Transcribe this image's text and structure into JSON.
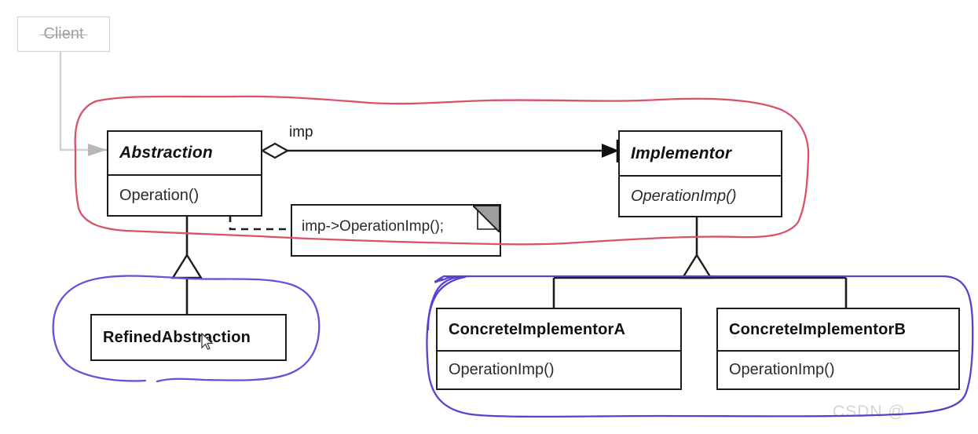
{
  "diagram": {
    "title": "Bridge pattern UML class diagram",
    "watermark": "CSDN @",
    "client": {
      "label": "Client",
      "struck_through": true,
      "color": "#9f9f9f"
    },
    "classes": [
      {
        "id": "abstraction",
        "name": "Abstraction",
        "name_style": "bold-italic",
        "members": [
          "Operation()"
        ],
        "member_style": "plain"
      },
      {
        "id": "implementor",
        "name": "Implementor",
        "name_style": "bold-italic",
        "members": [
          "OperationImp()"
        ],
        "member_style": "italic"
      },
      {
        "id": "refined-abstraction",
        "name": "RefinedAbstraction",
        "name_style": "bold",
        "members": []
      },
      {
        "id": "concrete-implementor-a",
        "name": "ConcreteImplementorA",
        "name_style": "bold",
        "members": [
          "OperationImp()"
        ],
        "member_style": "plain"
      },
      {
        "id": "concrete-implementor-b",
        "name": "ConcreteImplementorB",
        "name_style": "bold",
        "members": [
          "OperationImp()"
        ],
        "member_style": "plain"
      }
    ],
    "edges": [
      {
        "id": "client-to-abstraction",
        "from": "Client",
        "to": "Abstraction",
        "style": "solid-gray",
        "arrow": "open-filled"
      },
      {
        "id": "abstraction-to-implementor",
        "from": "Abstraction",
        "to": "Implementor",
        "label": "imp",
        "source_decoration": "hollow-diamond",
        "target_decoration": "filled-arrow"
      },
      {
        "id": "refined-abstraction-generalization",
        "from": "RefinedAbstraction",
        "to": "Abstraction",
        "decoration": "hollow-triangle"
      },
      {
        "id": "concrete-implementors-generalization",
        "from": "ConcreteImplementorA, ConcreteImplementorB",
        "to": "Implementor",
        "decoration": "hollow-triangle"
      },
      {
        "id": "operation-note-link",
        "from": "Operation()",
        "to": "note",
        "style": "dashed"
      }
    ],
    "note": {
      "text": "imp->OperationImp();",
      "fold_color": "#9e9e9e"
    },
    "annotations": [
      {
        "id": "red-lasso",
        "color": "#d9526a",
        "encircles": [
          "Abstraction",
          "Implementor"
        ]
      },
      {
        "id": "purple-lasso-left",
        "color": "#6a4fd8",
        "encircles": [
          "RefinedAbstraction"
        ]
      },
      {
        "id": "purple-lasso-right",
        "color": "#5b3fd0",
        "encircles": [
          "ConcreteImplementorA",
          "ConcreteImplementorB"
        ]
      }
    ],
    "colors": {
      "line": "#1c1c1c",
      "faded": "#cfcfcf",
      "red_ink": "#d9526a",
      "purple_ink": "#5b3fd0",
      "note_fold": "#9e9e9e"
    }
  }
}
